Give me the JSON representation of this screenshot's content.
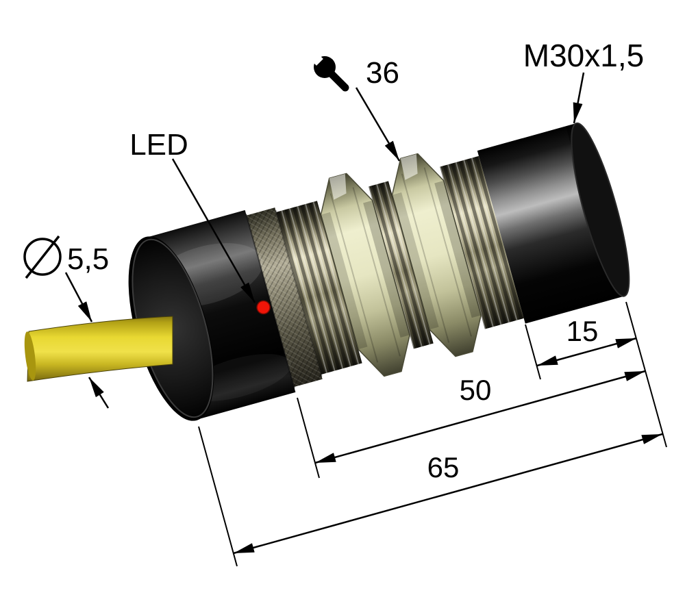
{
  "figure": {
    "type": "technical-dimension-drawing",
    "subject": "cylindrical inductive proximity sensor with yellow cable",
    "background": "#ffffff",
    "labels": {
      "thread_spec": "M30x1,5",
      "wrench_size": "36",
      "led": "LED",
      "cable_diameter": "5,5",
      "rear_length": "15",
      "thread_length": "50",
      "total_length": "65"
    },
    "icons": {
      "wrench": "wrench-icon",
      "diameter": "diameter-symbol-icon"
    },
    "colors": {
      "line": "#000000",
      "cable_yellow": "#e8d832",
      "led_red": "#f01508",
      "nut_khaki": "#e6e6c2",
      "metal_light": "#e4dfc2",
      "body_black": "#0a0a0a"
    }
  }
}
